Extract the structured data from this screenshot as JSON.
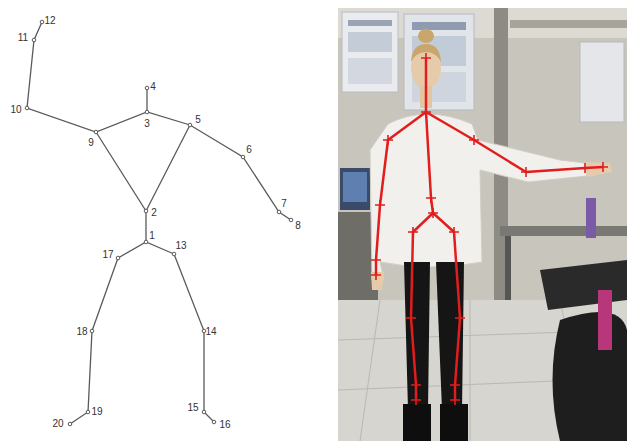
{
  "diagram": {
    "labels": [
      "12",
      "11",
      "4",
      "10",
      "5",
      "3",
      "9",
      "6",
      "7",
      "2",
      "8",
      "1",
      "13",
      "17",
      "18",
      "14",
      "15",
      "19",
      "20",
      "16"
    ]
  }
}
